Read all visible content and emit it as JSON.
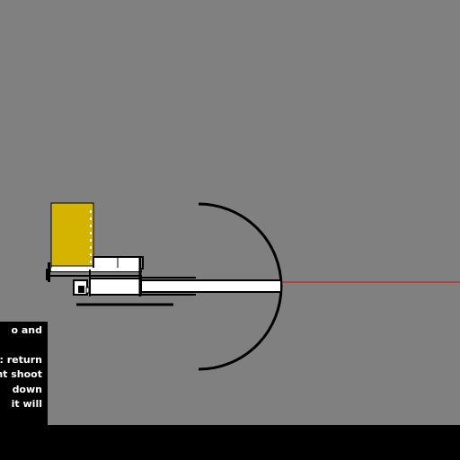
{
  "colors": {
    "background": "#808080",
    "ink": "#000000",
    "paper": "#ffffff",
    "magazine": "#d4b400",
    "laser": "#cc2222"
  },
  "instructions": {
    "lines": [
      "o and",
      "",
      ": return",
      "nt shoot",
      "down",
      "it will"
    ]
  }
}
